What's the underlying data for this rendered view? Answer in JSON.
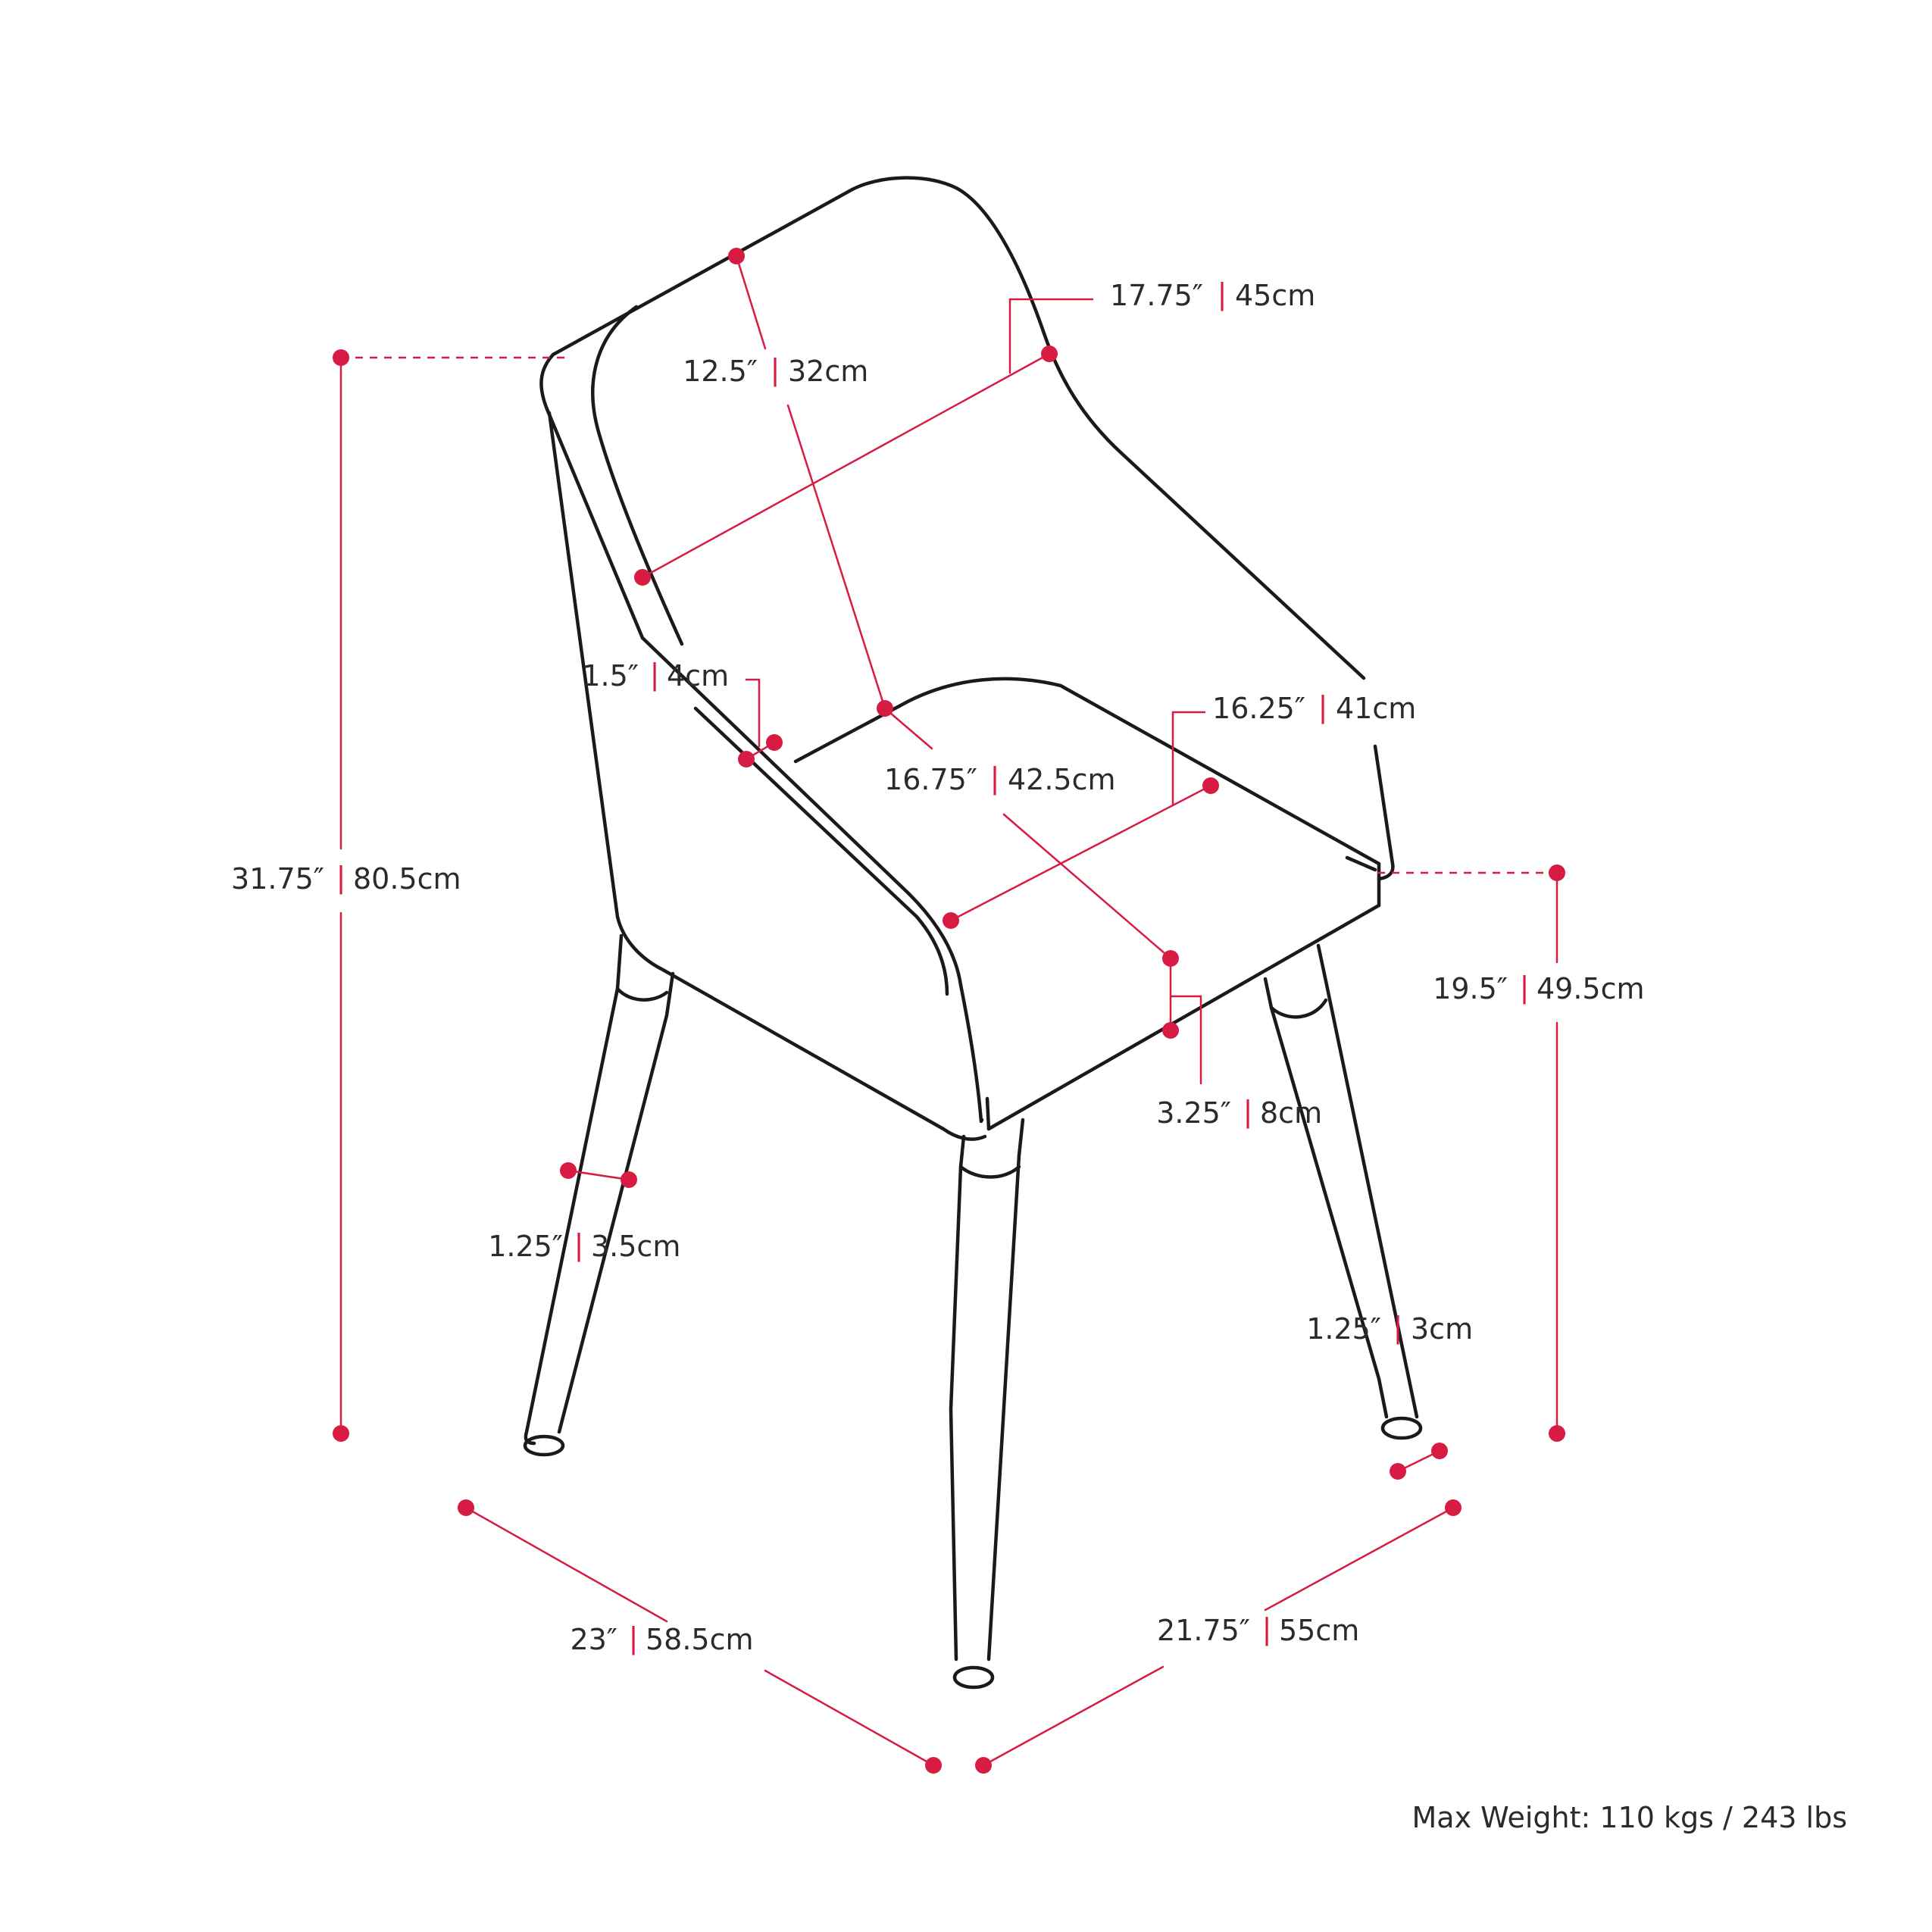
{
  "colors": {
    "chair_outline": "#1a1a1a",
    "dimension_accent": "#d81b43",
    "label_text": "#2b2b2b",
    "background": "#ffffff"
  },
  "dimensions": {
    "back_width": {
      "imperial": "17.75″",
      "metric": "45cm"
    },
    "back_height": {
      "imperial": "12.5″",
      "metric": "32cm"
    },
    "overall_height": {
      "imperial": "31.75″",
      "metric": "80.5cm"
    },
    "arm_thickness": {
      "imperial": "1.5″",
      "metric": "4cm"
    },
    "seat_width": {
      "imperial": "16.25″",
      "metric": "41cm"
    },
    "seat_depth": {
      "imperial": "16.75″",
      "metric": "42.5cm"
    },
    "seat_height": {
      "imperial": "19.5″",
      "metric": "49.5cm"
    },
    "seat_thickness": {
      "imperial": "3.25″",
      "metric": "8cm"
    },
    "leg_top_width": {
      "imperial": "1.25″",
      "metric": "3.5cm"
    },
    "leg_bottom_width": {
      "imperial": "1.25″",
      "metric": "3cm"
    },
    "overall_width": {
      "imperial": "23″",
      "metric": "58.5cm"
    },
    "overall_depth": {
      "imperial": "21.75″",
      "metric": "55cm"
    }
  },
  "max_weight": "Max Weight: 110 kgs / 243 lbs",
  "separator": "|"
}
